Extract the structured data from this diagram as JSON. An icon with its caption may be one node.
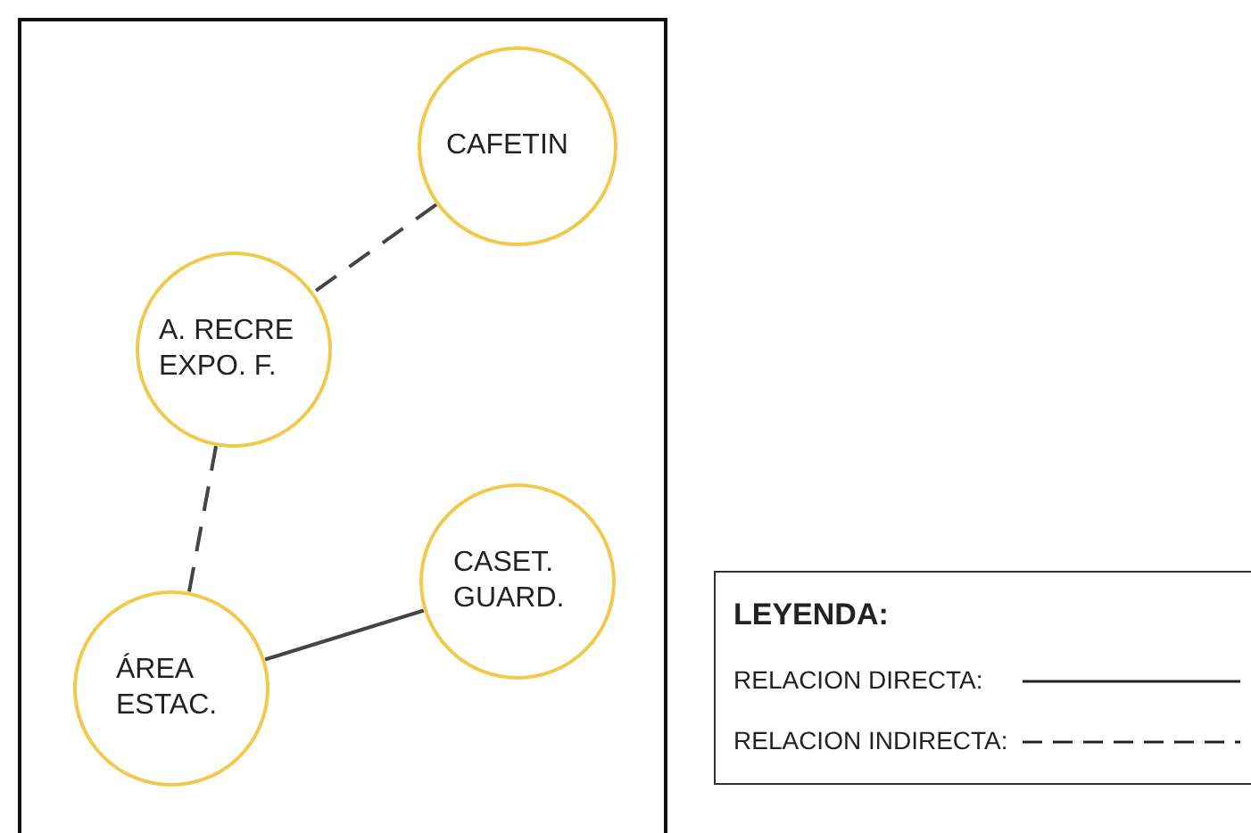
{
  "diagram": {
    "nodes": [
      {
        "text": [
          "CAFETIN"
        ]
      },
      {
        "text": [
          "A. RECRE EXPO. F."
        ]
      },
      {
        "text": [
          "CASET. GUARD."
        ]
      },
      {
        "text": [
          "ÁREA ESTAC."
        ]
      }
    ],
    "edges": [
      {
        "from": 0,
        "to": 1,
        "arrow": "none",
        "style": "dashed"
      },
      {
        "from": 1,
        "to": 3,
        "arrow": "none",
        "style": "dashed"
      },
      {
        "from": 3,
        "to": 2,
        "arrow": "none"
      }
    ],
    "labels": [
      "LEYENDA:"
    ],
    "legend": [
      {
        "text": "RELACION DIRECTA:"
      },
      {
        "text": "RELACION INDIRECTA:"
      }
    ]
  }
}
